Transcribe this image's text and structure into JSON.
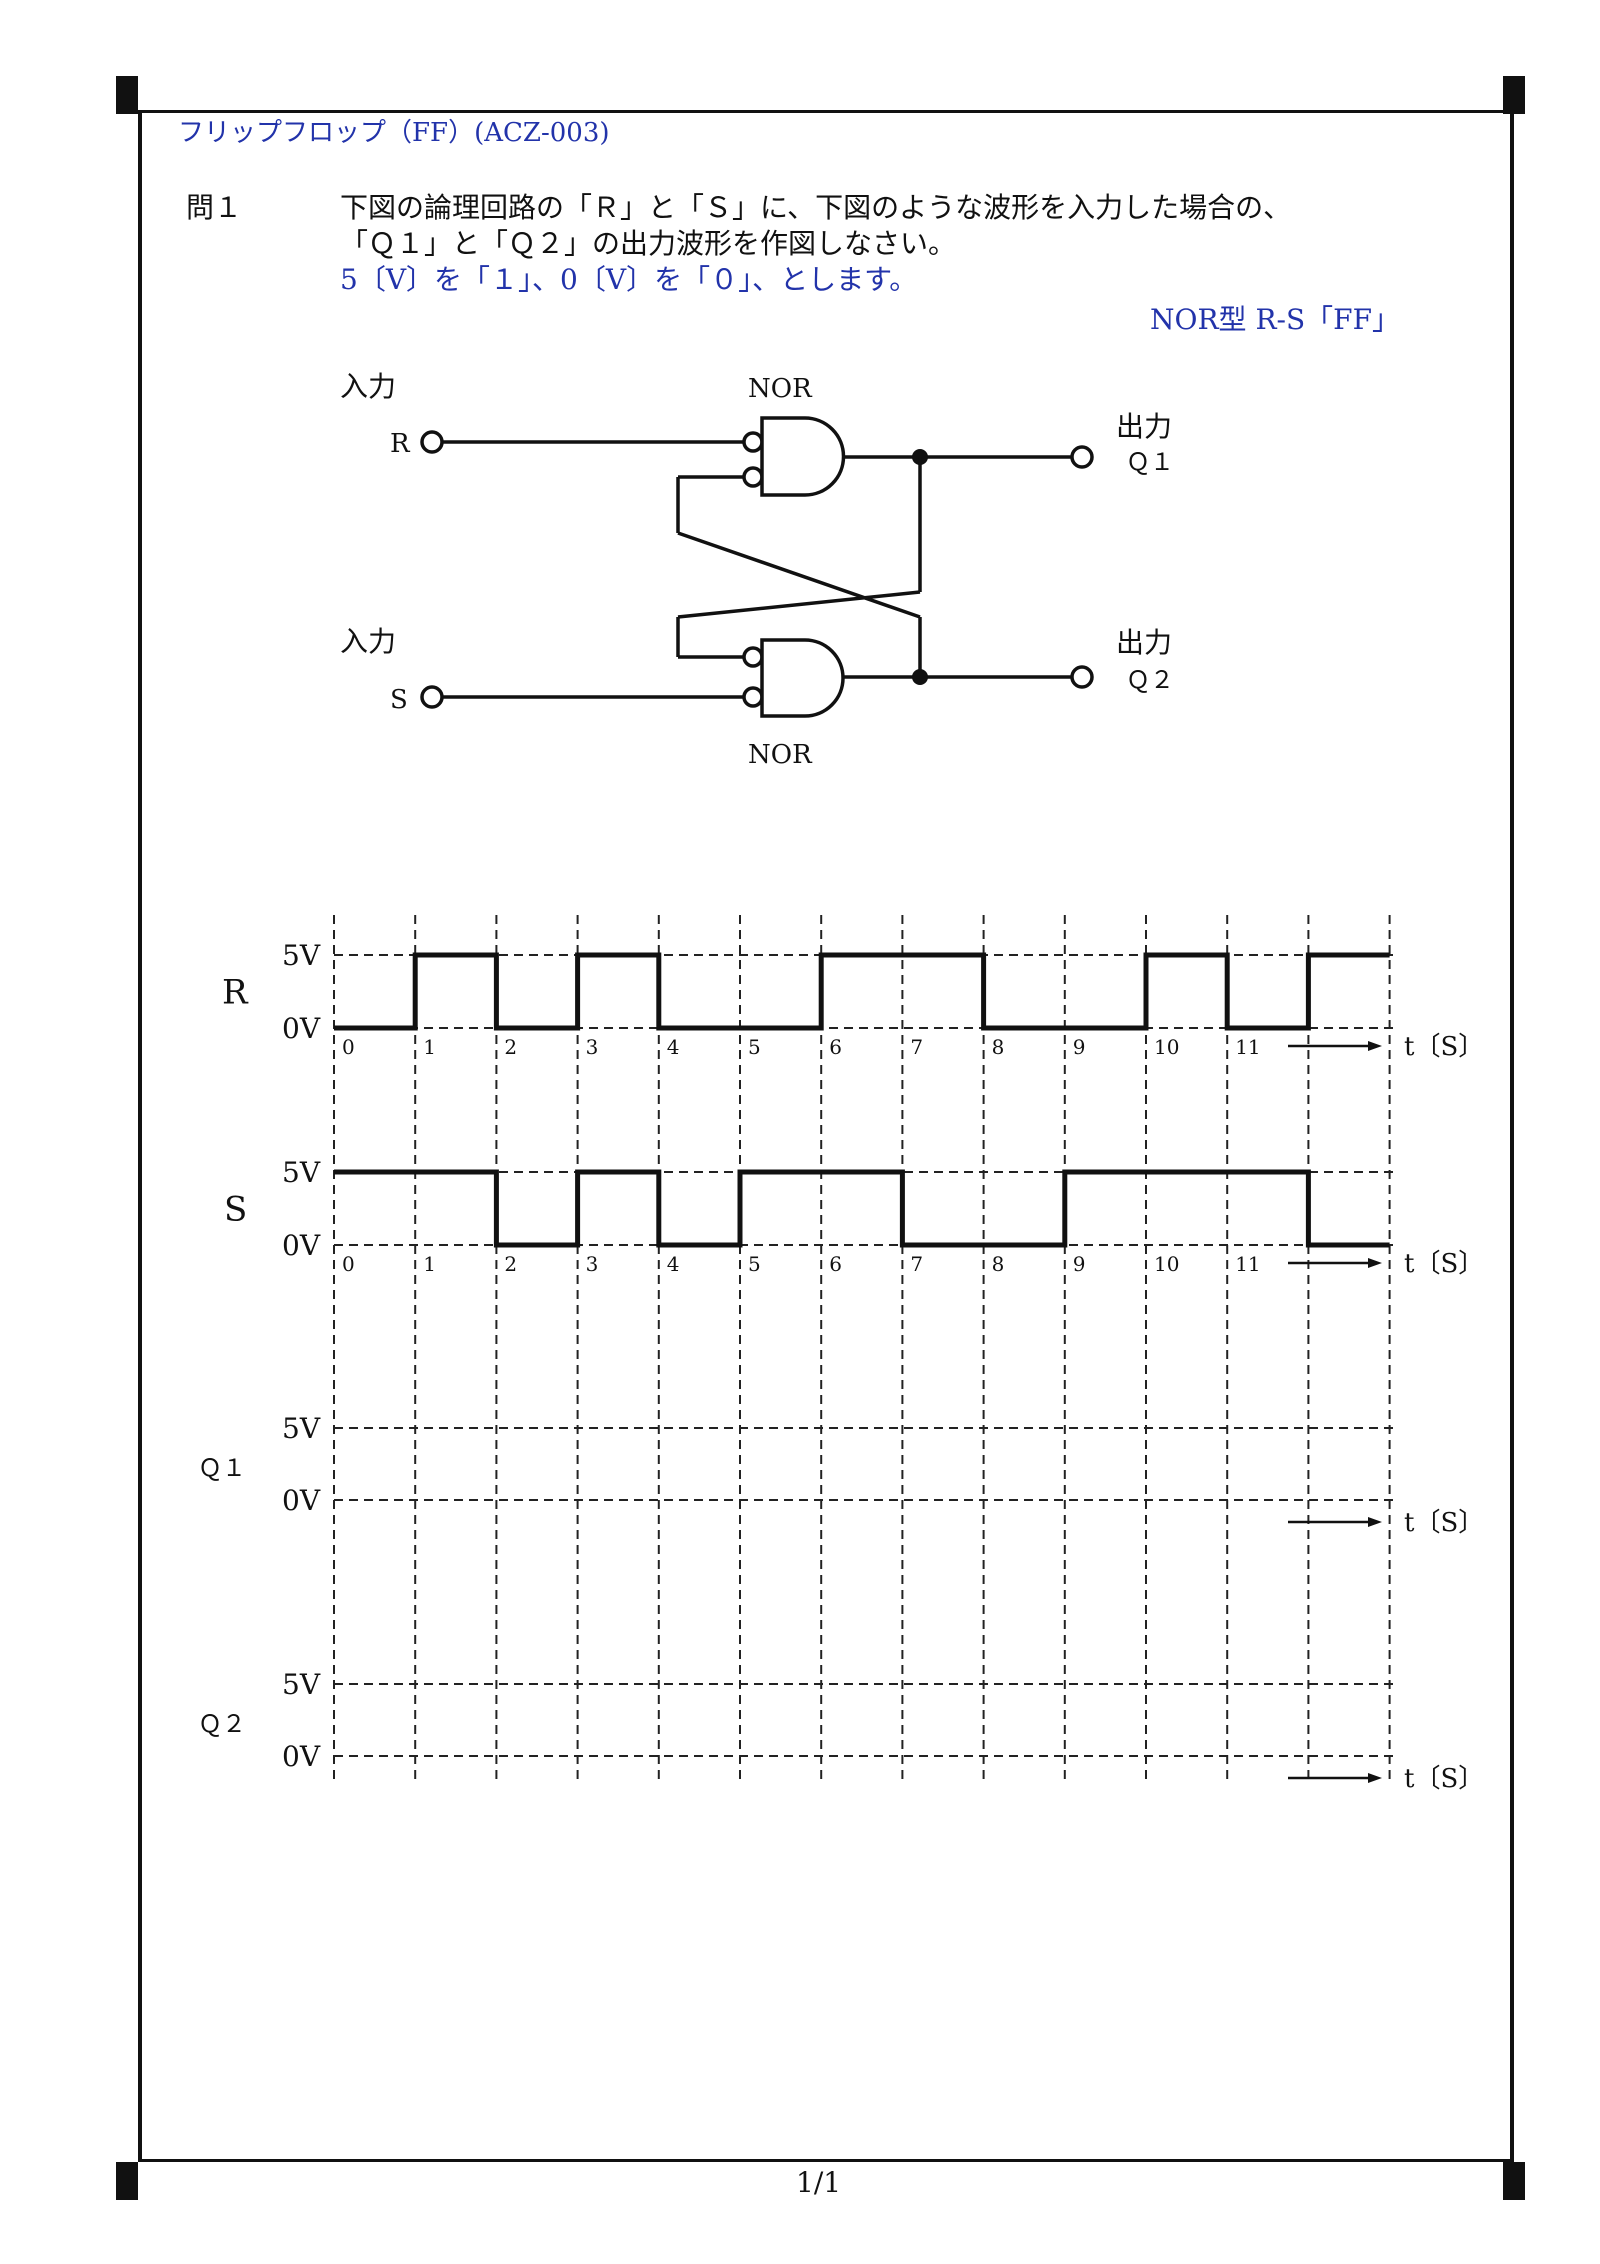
{
  "header": {
    "title": "フリップフロップ（FF）(ACZ-003)",
    "question_number": "問１",
    "question_line1": "下図の論理回路の「Ｒ」と「Ｓ」に、下図のような波形を入力した場合の、",
    "question_line2": "「Ｑ１」と「Ｑ２」の出力波形を作図しなさい。",
    "question_line3": "5〔V〕を「１」、0〔V〕を「０」、とします。",
    "subtitle": "NOR型 R-S「FF」"
  },
  "circuit": {
    "input_label_top": "入力",
    "input_label_bottom": "入力",
    "r_label": "R",
    "s_label": "S",
    "gate_label_top": "NOR",
    "gate_label_bottom": "NOR",
    "output_label_top": "出力",
    "output_label_bottom": "出力",
    "q1_label": "Ｑ１",
    "q2_label": "Ｑ２"
  },
  "chart_data": {
    "type": "line",
    "x_ticks": [
      "0",
      "1",
      "2",
      "3",
      "4",
      "5",
      "6",
      "7",
      "8",
      "9",
      "10",
      "11"
    ],
    "x_unit_label": "t〔S〕",
    "y_levels": [
      "5V",
      "0V"
    ],
    "series": [
      {
        "name": "R",
        "times": [
          0,
          1,
          2,
          3,
          4,
          5,
          6,
          7,
          8,
          9,
          10,
          11,
          12,
          13
        ],
        "levels": [
          0,
          1,
          0,
          1,
          0,
          0,
          1,
          1,
          0,
          0,
          1,
          0,
          1,
          1
        ]
      },
      {
        "name": "S",
        "times": [
          0,
          1,
          2,
          3,
          4,
          5,
          6,
          7,
          8,
          9,
          10,
          11,
          12,
          13
        ],
        "levels": [
          1,
          1,
          0,
          1,
          0,
          1,
          1,
          0,
          0,
          1,
          1,
          1,
          0,
          0
        ]
      },
      {
        "name": "Ｑ１",
        "times": [],
        "levels": []
      },
      {
        "name": "Ｑ２",
        "times": [],
        "levels": []
      }
    ]
  },
  "footer": {
    "page": "1/1"
  }
}
